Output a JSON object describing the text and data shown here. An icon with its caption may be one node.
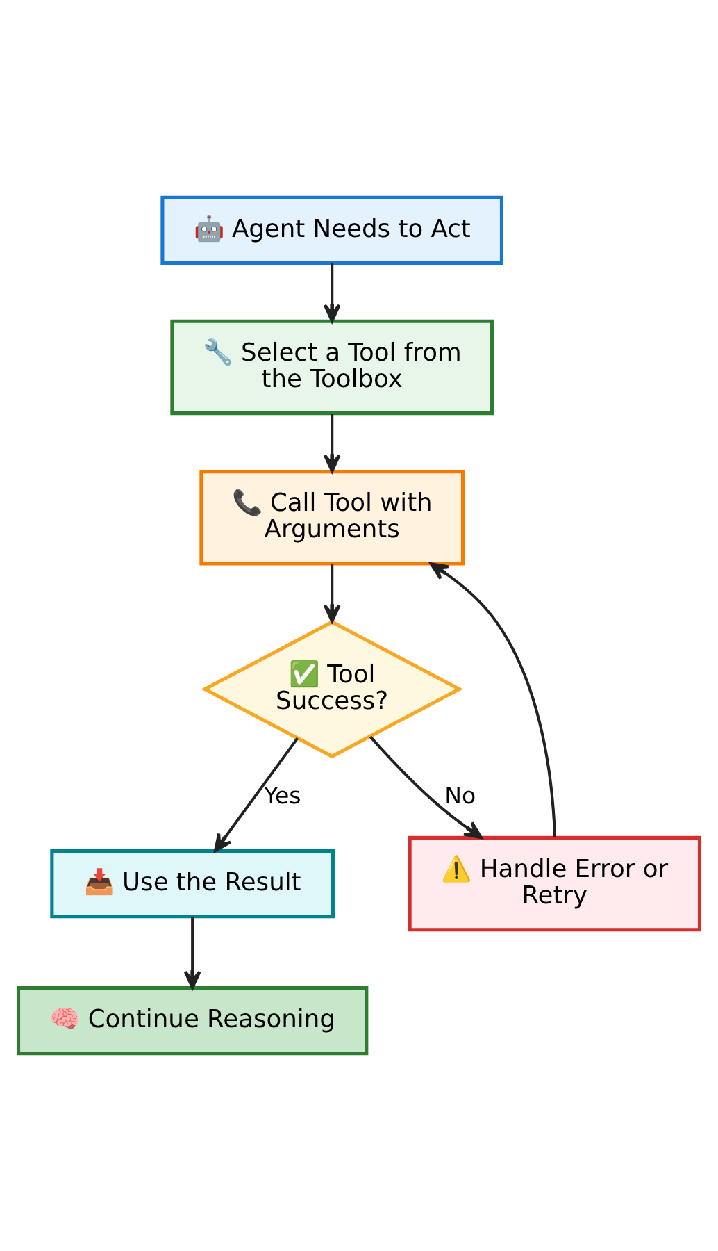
{
  "diagram": {
    "nodes": [
      {
        "text": [
          "🤖 Agent Needs to Act"
        ]
      },
      {
        "text": [
          "🔧 Select a Tool from the Toolbox"
        ]
      },
      {
        "text": [
          "📞 Call Tool with Arguments"
        ]
      },
      {
        "text": [
          "✅ Tool Success?"
        ]
      },
      {
        "text": [
          "📥 Use the Result"
        ]
      },
      {
        "text": [
          "⚠️ Handle Error or Retry"
        ]
      },
      {
        "text": [
          "🧠 Continue Reasoning"
        ]
      }
    ],
    "edges": [
      {
        "from": 0,
        "to": 1,
        "arrow": "to"
      },
      {
        "from": 1,
        "to": 2,
        "arrow": "to"
      },
      {
        "from": 2,
        "to": 3,
        "arrow": "to"
      },
      {
        "from": 3,
        "to": 4,
        "arrow": "to",
        "label": "Yes"
      },
      {
        "from": 3,
        "to": 5,
        "arrow": "to",
        "label": "No"
      },
      {
        "from": 5,
        "to": 2,
        "arrow": "to"
      },
      {
        "from": 4,
        "to": 6,
        "arrow": "to"
      }
    ]
  }
}
